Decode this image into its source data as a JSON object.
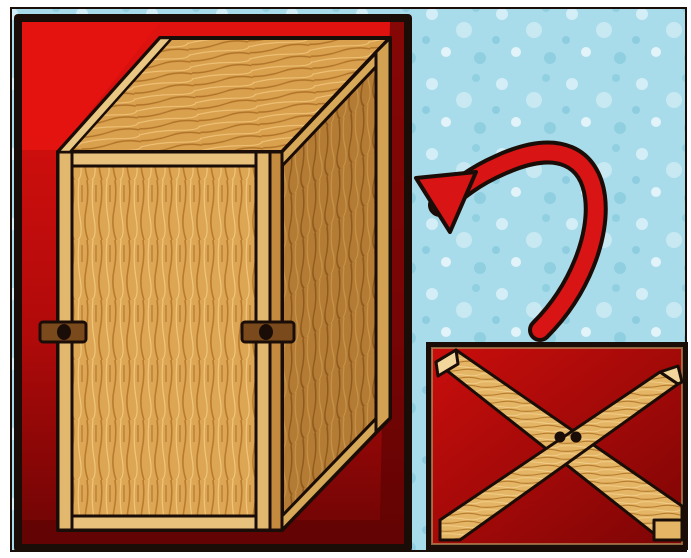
{
  "illustration": {
    "main_panel": "wooden-crate-on-red-background",
    "inset_panel": "crossed-wooden-slats-with-bolts",
    "arrow": "curved-red-arrow-pointing-left"
  },
  "colors": {
    "frame": "#1a0d08",
    "red_bright": "#d9110f",
    "red_dark": "#8a0606",
    "wood_light": "#e6b866",
    "wood_mid": "#d49a45",
    "wood_dark": "#9c6422",
    "sky_blue": "#a9dcea",
    "arrow_red": "#d81414"
  }
}
